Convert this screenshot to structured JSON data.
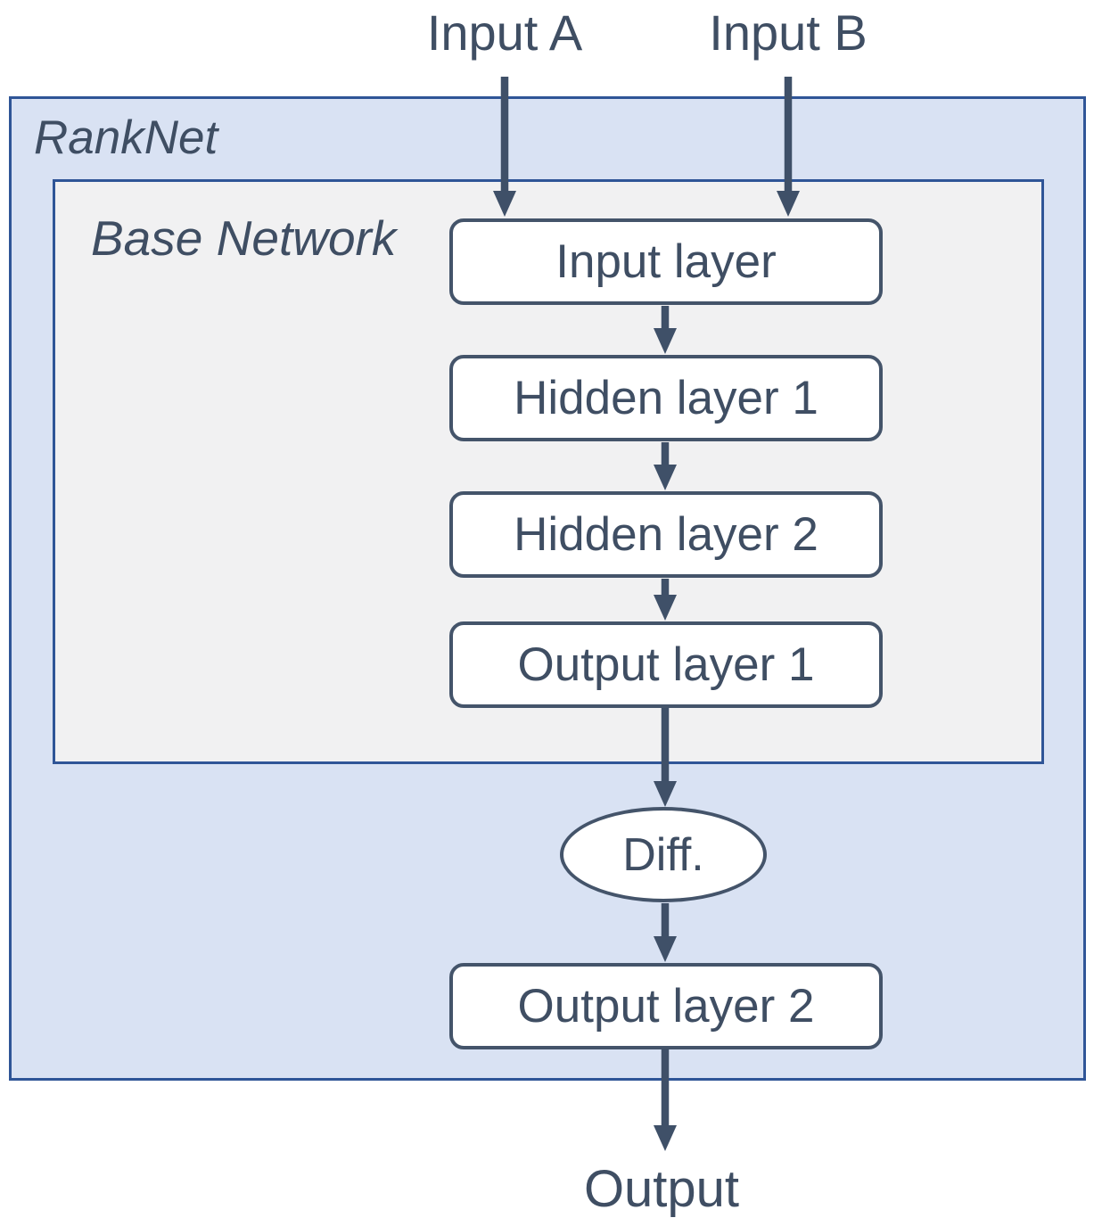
{
  "diagram": {
    "ranknet_label": "RankNet",
    "base_network_label": "Base Network",
    "input_a_label": "Input A",
    "input_b_label": "Input B",
    "base_network_layers": [
      "Input layer",
      "Hidden layer 1",
      "Hidden layer 2",
      "Output layer 1"
    ],
    "diff_label": "Diff.",
    "output_layer_2_label": "Output layer 2",
    "output_label": "Output",
    "colors": {
      "frame_border": "#2F5597",
      "ranknet_fill": "#D9E2F3",
      "base_network_fill": "#F1F1F2",
      "node_border": "#44546A",
      "node_fill": "#FFFFFF",
      "arrow": "#3F5068",
      "text": "#3F4E63"
    }
  }
}
